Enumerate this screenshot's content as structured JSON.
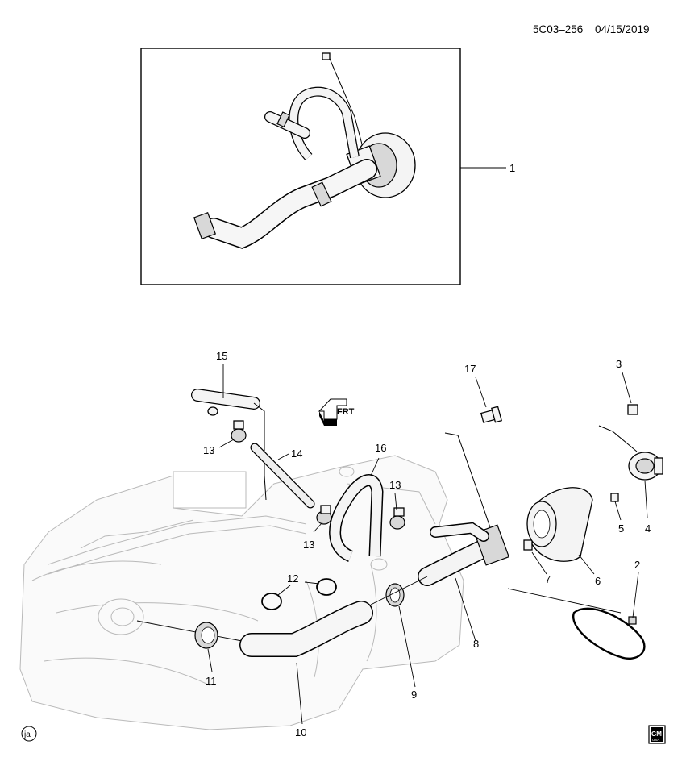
{
  "header": {
    "code": "5C03–256",
    "date": "04/15/2019"
  },
  "direction_marker": {
    "text": "FRT"
  },
  "footer": {
    "left_badge": "ja",
    "logo_line1": "GM",
    "logo_line2": "USA"
  },
  "callouts": {
    "c1": "1",
    "c2": "2",
    "c3": "3",
    "c4": "4",
    "c5": "5",
    "c6": "6",
    "c7": "7",
    "c8": "8",
    "c9": "9",
    "c10": "10",
    "c11": "11",
    "c12": "12",
    "c13a": "13",
    "c13b": "13",
    "c13c": "13",
    "c14": "14",
    "c15": "15",
    "c16": "16",
    "c17": "17"
  }
}
